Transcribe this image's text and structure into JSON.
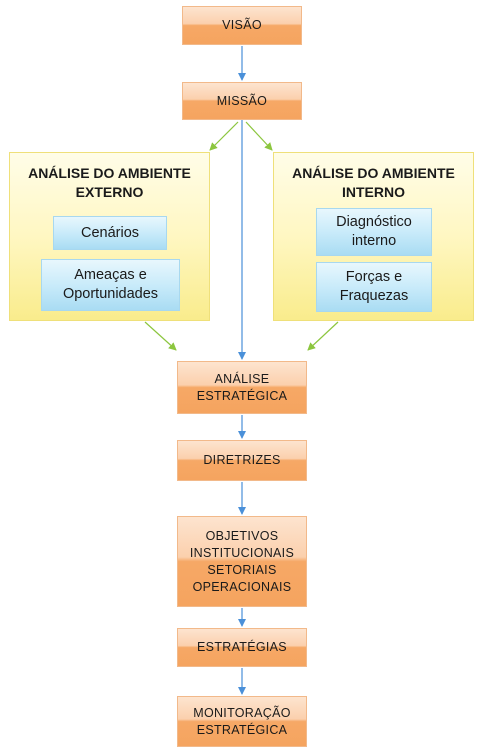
{
  "nodes": {
    "visao": "VISÃO",
    "missao": "MISSÃO",
    "analise_estrategica": "ANÁLISE\nESTRATÉGICA",
    "diretrizes": "DIRETRIZES",
    "objetivos": "OBJETIVOS\nINSTITUCIONAIS\nSETORIAIS\nOPERACIONAIS",
    "estrategias": "ESTRATÉGIAS",
    "monitoracao": "MONITORAÇÃO\nESTRATÉGICA"
  },
  "panels": {
    "externo": {
      "title": "ANÁLISE DO AMBIENTE\nEXTERNO",
      "items": [
        "Cenários",
        "Ameaças e\nOportunidades"
      ]
    },
    "interno": {
      "title": "ANÁLISE DO AMBIENTE\nINTERNO",
      "items": [
        "Diagnóstico\ninterno",
        "Forças e\nFraquezas"
      ]
    }
  },
  "colors": {
    "flow_arrow": "#4a90d9",
    "panel_arrow": "#8cc63f",
    "process_box": "#f5a45f",
    "panel": "#fff7c2",
    "item_box": "#c9ebfa"
  }
}
